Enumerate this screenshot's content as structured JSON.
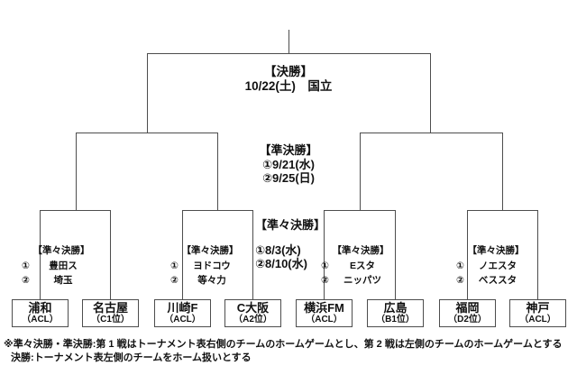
{
  "bracket": {
    "final": {
      "title": "【決勝】",
      "detail": "10/22(土)　国立"
    },
    "semifinal": {
      "title": "【準決勝】",
      "leg1": "①9/21(水)",
      "leg2": "②9/25(日)"
    },
    "quarterfinal_center": {
      "title": "【準々決勝】",
      "leg1": "①8/3(水)",
      "leg2": "②8/10(水)"
    },
    "quarterfinals": [
      {
        "title": "【準々決勝】",
        "legs": [
          {
            "no": "①",
            "venue": "豊田ス"
          },
          {
            "no": "②",
            "venue": "埼玉"
          }
        ]
      },
      {
        "title": "【準々決勝】",
        "legs": [
          {
            "no": "①",
            "venue": "ヨドコウ"
          },
          {
            "no": "②",
            "venue": "等々力"
          }
        ]
      },
      {
        "title": "【準々決勝】",
        "legs": [
          {
            "no": "①",
            "venue": "Eスタ"
          },
          {
            "no": "②",
            "venue": "ニッパツ"
          }
        ]
      },
      {
        "title": "【準々決勝】",
        "legs": [
          {
            "no": "①",
            "venue": "ノエスタ"
          },
          {
            "no": "②",
            "venue": "ベススタ"
          }
        ]
      }
    ],
    "teams": [
      {
        "name": "浦和",
        "qualification": "（ACL）"
      },
      {
        "name": "名古屋",
        "qualification": "（C1位）"
      },
      {
        "name": "川崎F",
        "qualification": "（ACL）"
      },
      {
        "name": "C大阪",
        "qualification": "（A2位）"
      },
      {
        "name": "横浜FM",
        "qualification": "（ACL）"
      },
      {
        "name": "広島",
        "qualification": "（B1位）"
      },
      {
        "name": "福岡",
        "qualification": "（D2位）"
      },
      {
        "name": "神戸",
        "qualification": "（ACL）"
      }
    ]
  },
  "footnote": {
    "line1": "※準々決勝・準決勝:第 1 戦はトーナメント表右側のチームのホームゲームとし、第 2 戦は左側のチームのホームゲームとする",
    "line2": "決勝:トーナメント表左側のチームをホーム扱いとする"
  },
  "colors": {
    "line": "#4d4d4d",
    "text": "#111111",
    "background": "#ffffff"
  }
}
